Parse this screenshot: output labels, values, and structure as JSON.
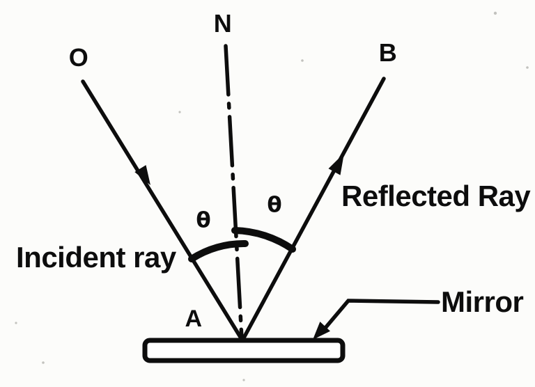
{
  "diagram": {
    "labels": {
      "point_o": "O",
      "point_n": "N",
      "point_b": "B",
      "point_a": "A",
      "theta_left": "θ",
      "theta_right": "θ",
      "incident_ray": "Incident ray",
      "reflected_ray": "Reflected Ray",
      "mirror": "Mirror"
    },
    "colors": {
      "ink": "#0d0d0d",
      "background": "#fcfcfa",
      "mirror_fill": "#ffffff"
    }
  }
}
